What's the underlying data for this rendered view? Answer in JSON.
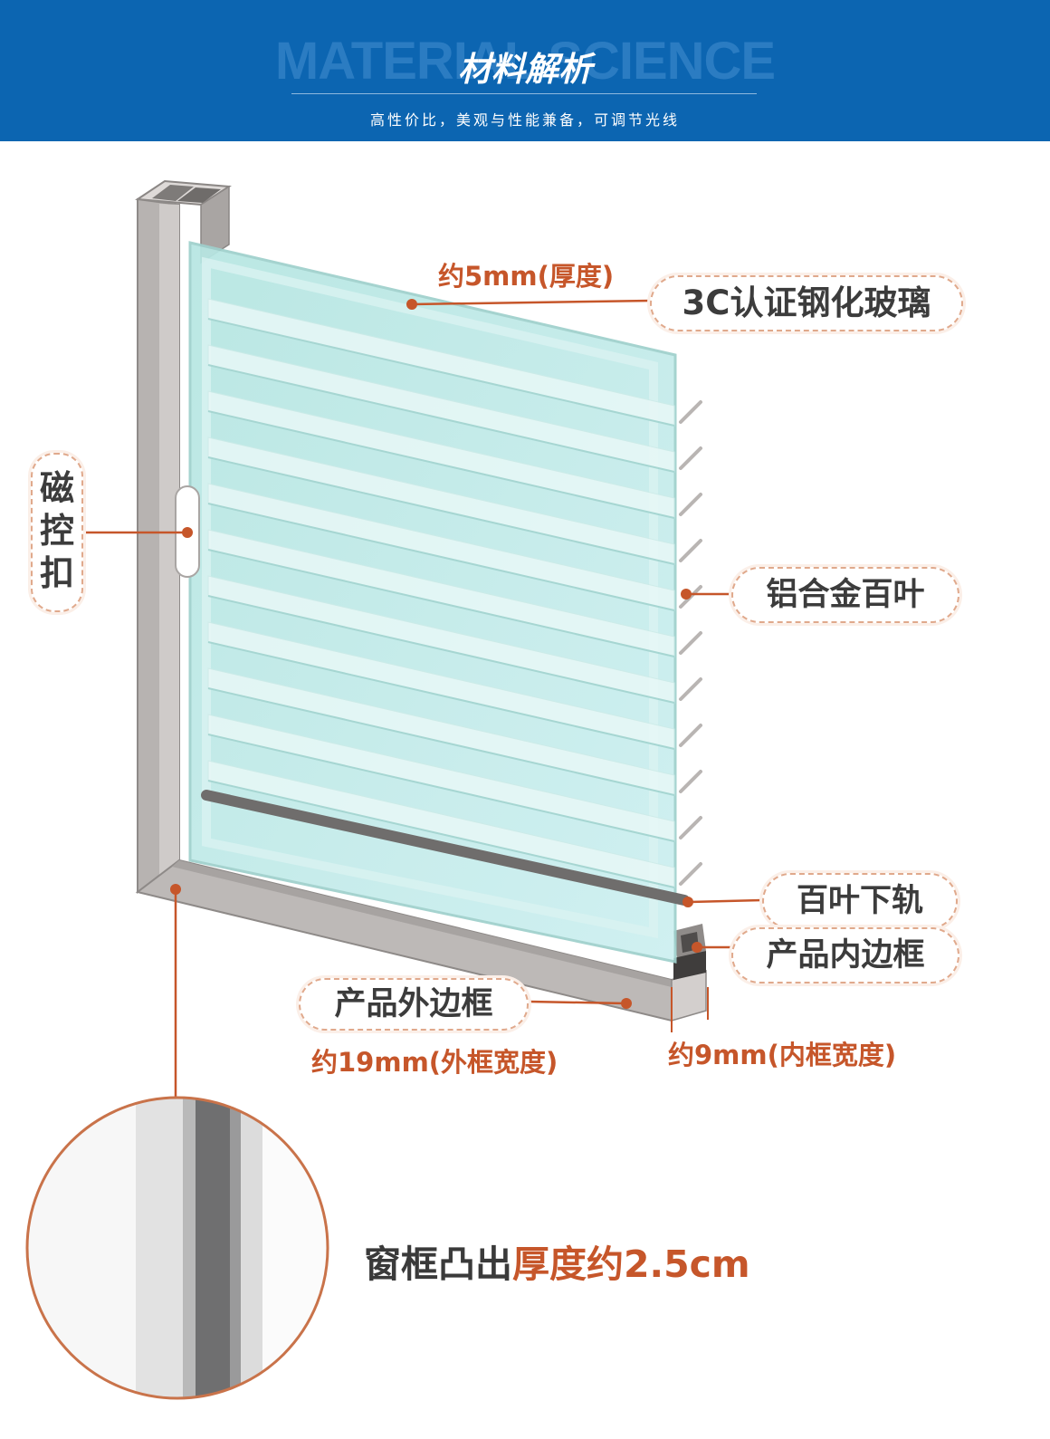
{
  "header": {
    "background_word": "MATERIAL SCIENCE",
    "title": "材料解析",
    "subtitle": "高性价比，美观与性能兼备，可调节光线",
    "bg_color": "#0c65b1"
  },
  "labels": {
    "glass": "3C认证钢化玻璃",
    "glass_thickness": "约5mm(厚度)",
    "magnet_lock": "磁控扣",
    "louver": "铝合金百叶",
    "bottom_rail": "百叶下轨",
    "inner_frame": "产品内边框",
    "outer_frame": "产品外边框",
    "outer_width": "约19mm(外框宽度)",
    "inner_width": "约9mm(内框宽度)"
  },
  "caption": {
    "part1": "窗框凸出",
    "part2": "厚度约2.5cm"
  },
  "colors": {
    "accent": "#c6562a",
    "pill_border": "#e0a98c",
    "frame": "#b9b5b3",
    "glass": "#bfe9e6"
  }
}
